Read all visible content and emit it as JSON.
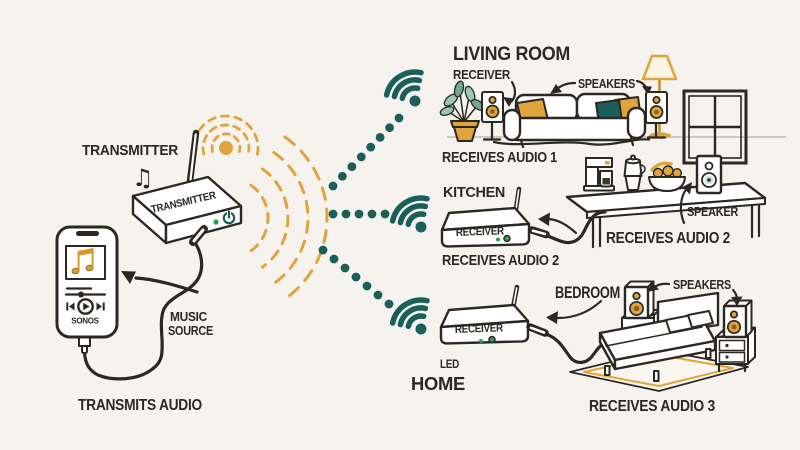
{
  "colors": {
    "background": "#f6f3ee",
    "ink": "#2b2723",
    "teal": "#1a5f5a",
    "orange": "#dfa53c",
    "led_green": "#2f9e5b"
  },
  "source_section": {
    "transmitter_label": "TRANSMITTER",
    "music_note_icon": "♫",
    "device_label": "TRANSMITTER",
    "phone_brand": "SONOS",
    "music_source_line1": "MUSIC",
    "music_source_line2": "SOURCE",
    "caption": "TRANSMITS AUDIO"
  },
  "living_room": {
    "title": "LIVING ROOM",
    "receiver_label": "RECEIVER",
    "speakers_label": "SPEAKERS",
    "caption": "RECEIVES AUDIO 1"
  },
  "kitchen": {
    "title": "KITCHEN",
    "device_label": "RECEIVER",
    "device_caption": "RECEIVES AUDIO 2",
    "caption": "RECEIVES AUDIO 2",
    "speaker_label": "SPEAKER"
  },
  "bedroom": {
    "title": "BEDROOM",
    "device_label": "RECEIVER",
    "led_label": "LED",
    "home_label": "HOME",
    "speakers_label": "SPEAKERS",
    "caption": "RECEIVES AUDIO 3"
  }
}
